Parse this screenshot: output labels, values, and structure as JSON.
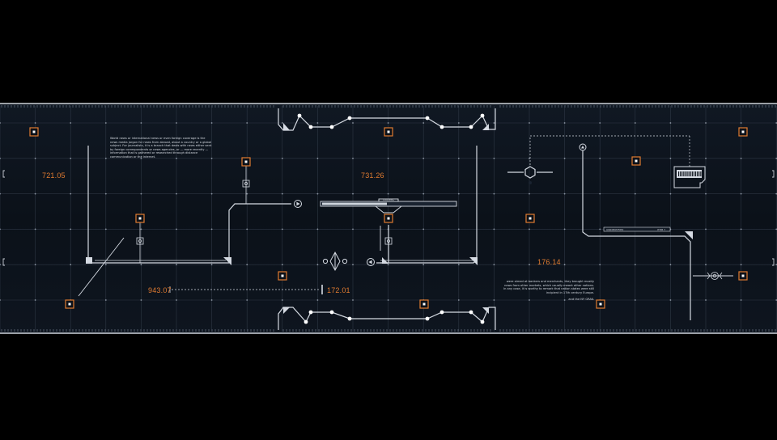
{
  "readouts": {
    "r1": "721.05",
    "r2": "731.26",
    "r3": "176.14",
    "r4": "943.07",
    "r5": "172.01"
  },
  "paragraphs": {
    "left": "World news or international news or even foreign coverage is the news media jargon for news from abroad, about a country or a global subject. For journalists, it is a branch that deals with news either sent by foreign correspondents or news agencies, or — more recently — information that is gathered or researched through distance communication or the internet.",
    "right": "were aimed at bankers and merchants, they brought mostly news from other markets, which usually meant other nations. In any case, it is worthy to remark that nation states were still incipient in 17th century Europe.",
    "right_tail": "and the NY GRAIL"
  },
  "labels": {
    "panel_tag": "LOADING",
    "bar_left": "UNIDENTIFIED",
    "bar_right": "ITEM 7"
  },
  "colors": {
    "background": "#000000",
    "panel": "#0c121b",
    "grid": "#2e3744",
    "line": "#d5dae2",
    "accent": "#e07b30"
  },
  "icons": [
    "hexagon-node-icon",
    "play-arrow-icon",
    "diamond-emitter-icon",
    "gear-node-icon",
    "barcode-module-icon",
    "chevron-bracket-icon"
  ]
}
